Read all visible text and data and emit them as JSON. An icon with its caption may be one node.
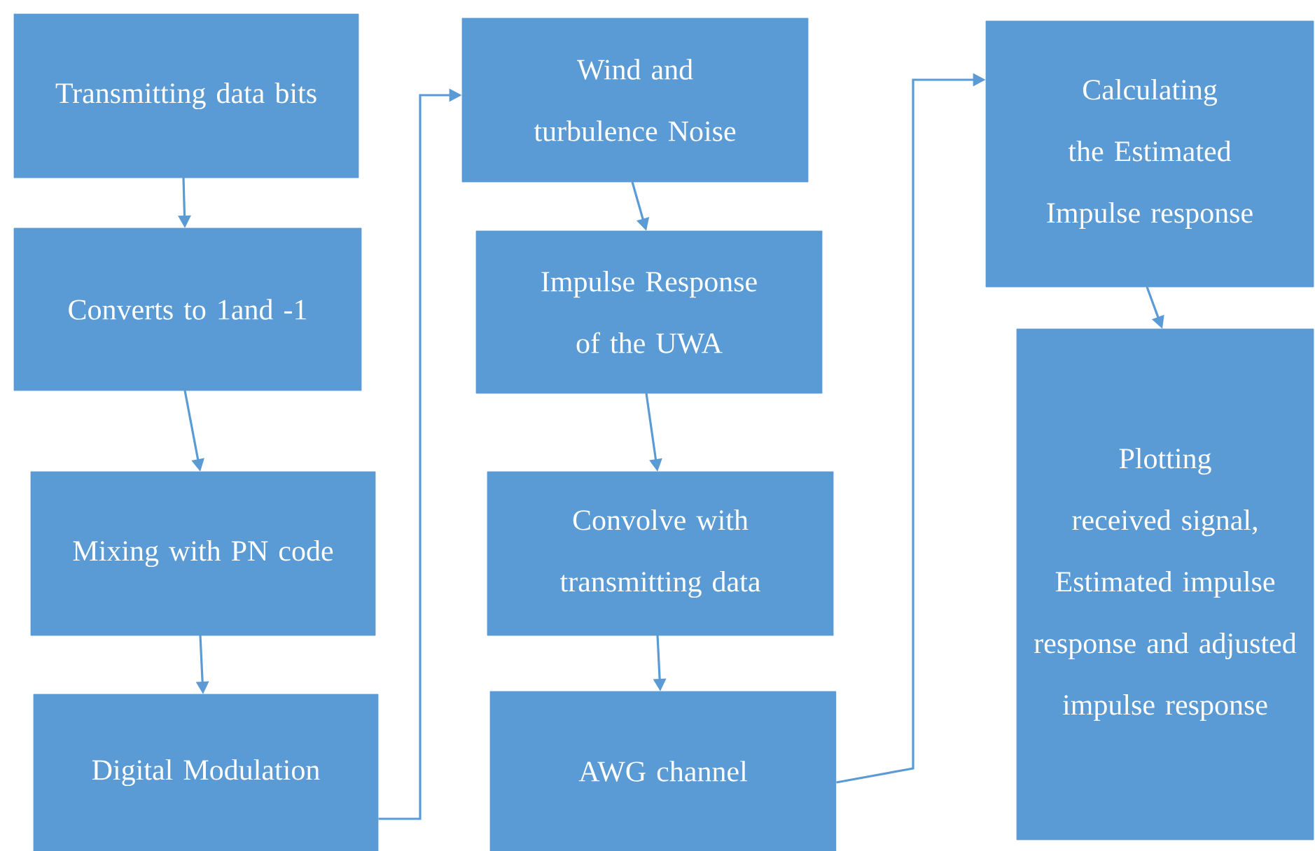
{
  "diagram": {
    "nodes": [
      {
        "text": [
          "Transmitting data bits"
        ]
      },
      {
        "text": [
          "Converts to 1and -1"
        ]
      },
      {
        "text": [
          "Mixing with PN code"
        ]
      },
      {
        "text": [
          "Digital Modulation"
        ]
      },
      {
        "text": [
          "Wind and turbulence Noise"
        ]
      },
      {
        "text": [
          "Impulse Response of the UWA"
        ]
      },
      {
        "text": [
          "Convolve with transmitting data"
        ]
      },
      {
        "text": [
          "AWG channel"
        ]
      },
      {
        "text": [
          "Calculating the Estimated Impulse response"
        ]
      },
      {
        "text": [
          "Plotting received signal,",
          "Estimated impulse response and adjusted impulse response"
        ]
      }
    ],
    "edges": [
      {
        "from": 0,
        "to": 1,
        "arrow": "to"
      },
      {
        "from": 1,
        "to": 2,
        "arrow": "to"
      },
      {
        "from": 2,
        "to": 3,
        "arrow": "to"
      },
      {
        "from": 3,
        "to": 4,
        "arrow": "to"
      },
      {
        "from": 4,
        "to": 5,
        "arrow": "to"
      },
      {
        "from": 5,
        "to": 6,
        "arrow": "to"
      },
      {
        "from": 6,
        "to": 7,
        "arrow": "to"
      },
      {
        "from": 7,
        "to": 8,
        "arrow": "to"
      },
      {
        "from": 8,
        "to": 9,
        "arrow": "to"
      }
    ]
  }
}
